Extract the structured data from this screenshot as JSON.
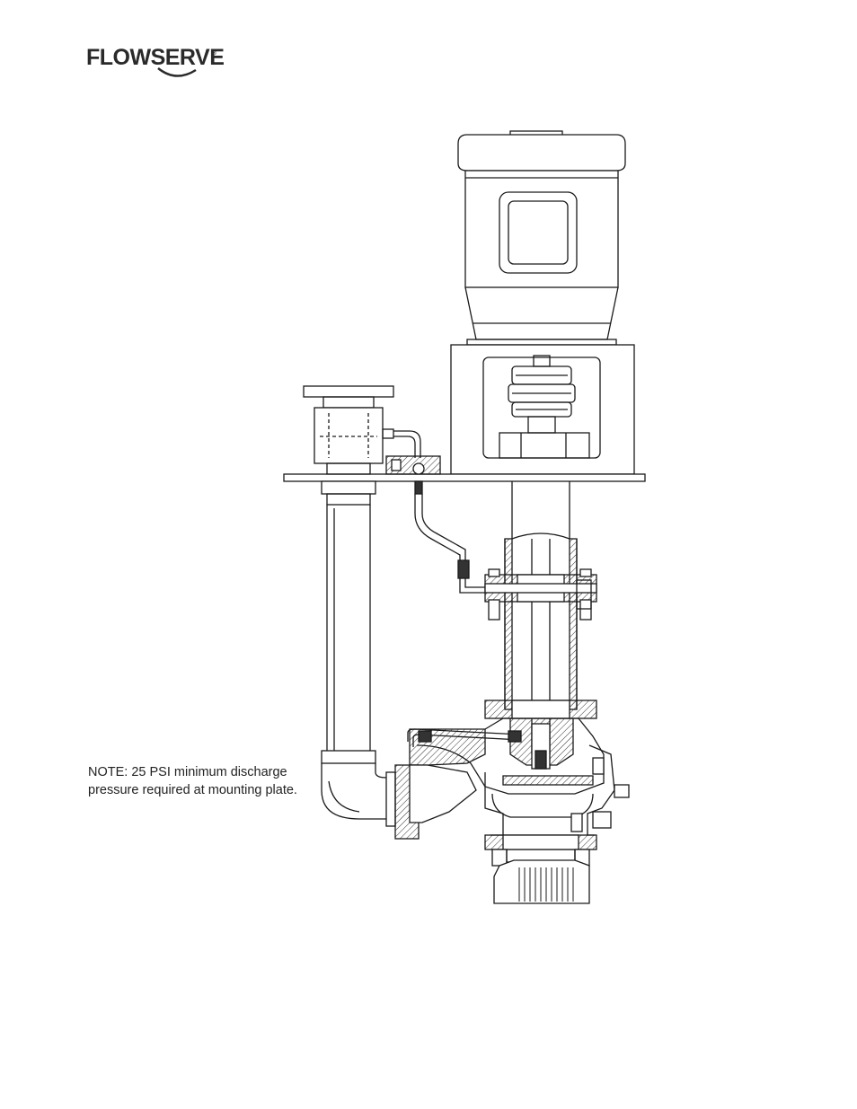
{
  "brand": {
    "name": "FLOWSERVE",
    "registered_mark": "®",
    "logo_icon": "flowserve-swoosh-icon"
  },
  "note": {
    "line1": "NOTE: 25 PSI minimum discharge",
    "line2": "pressure required at mounting plate."
  },
  "colors": {
    "ink": "#1a1a1a",
    "hatch": "#333333",
    "background": "#ffffff"
  }
}
